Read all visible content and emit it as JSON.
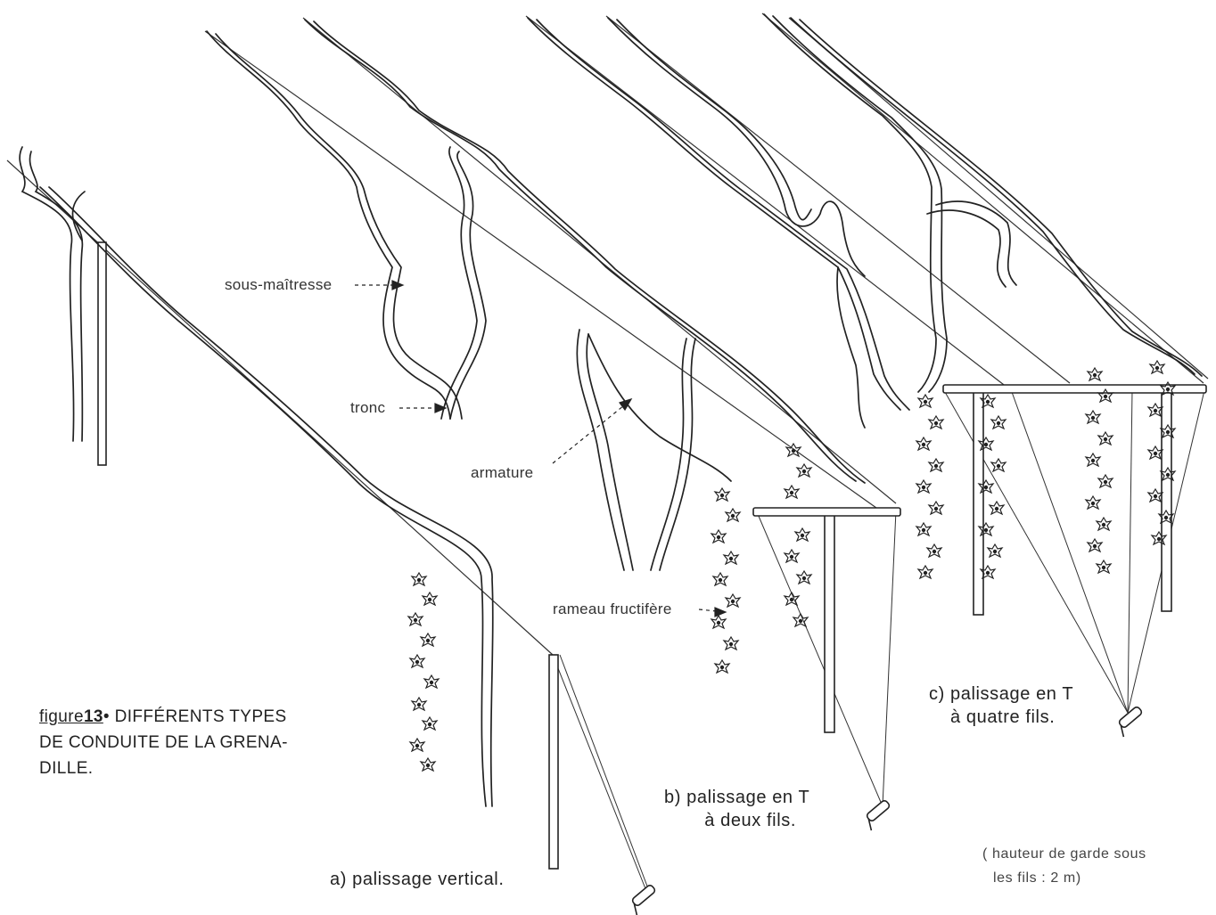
{
  "caption": {
    "figure_label": "figure",
    "figure_number": "13",
    "bullet": "•",
    "title_line1": "DIFFÉRENTS TYPES",
    "title_line2": "DE CONDUITE DE LA GRENA-",
    "title_line3": "DILLE."
  },
  "labels": {
    "sous_maitresse": "sous-maîtresse",
    "tronc": "tronc",
    "armature": "armature",
    "rameau": "rameau fructifère"
  },
  "systems": {
    "a": "a) palissage vertical.",
    "b_line1": "b) palissage en T",
    "b_line2": "à deux fils.",
    "c_line1": "c) palissage en T",
    "c_line2": "à quatre fils."
  },
  "note": {
    "line1": "( hauteur de garde sous",
    "line2": "les fils : 2 m)"
  }
}
